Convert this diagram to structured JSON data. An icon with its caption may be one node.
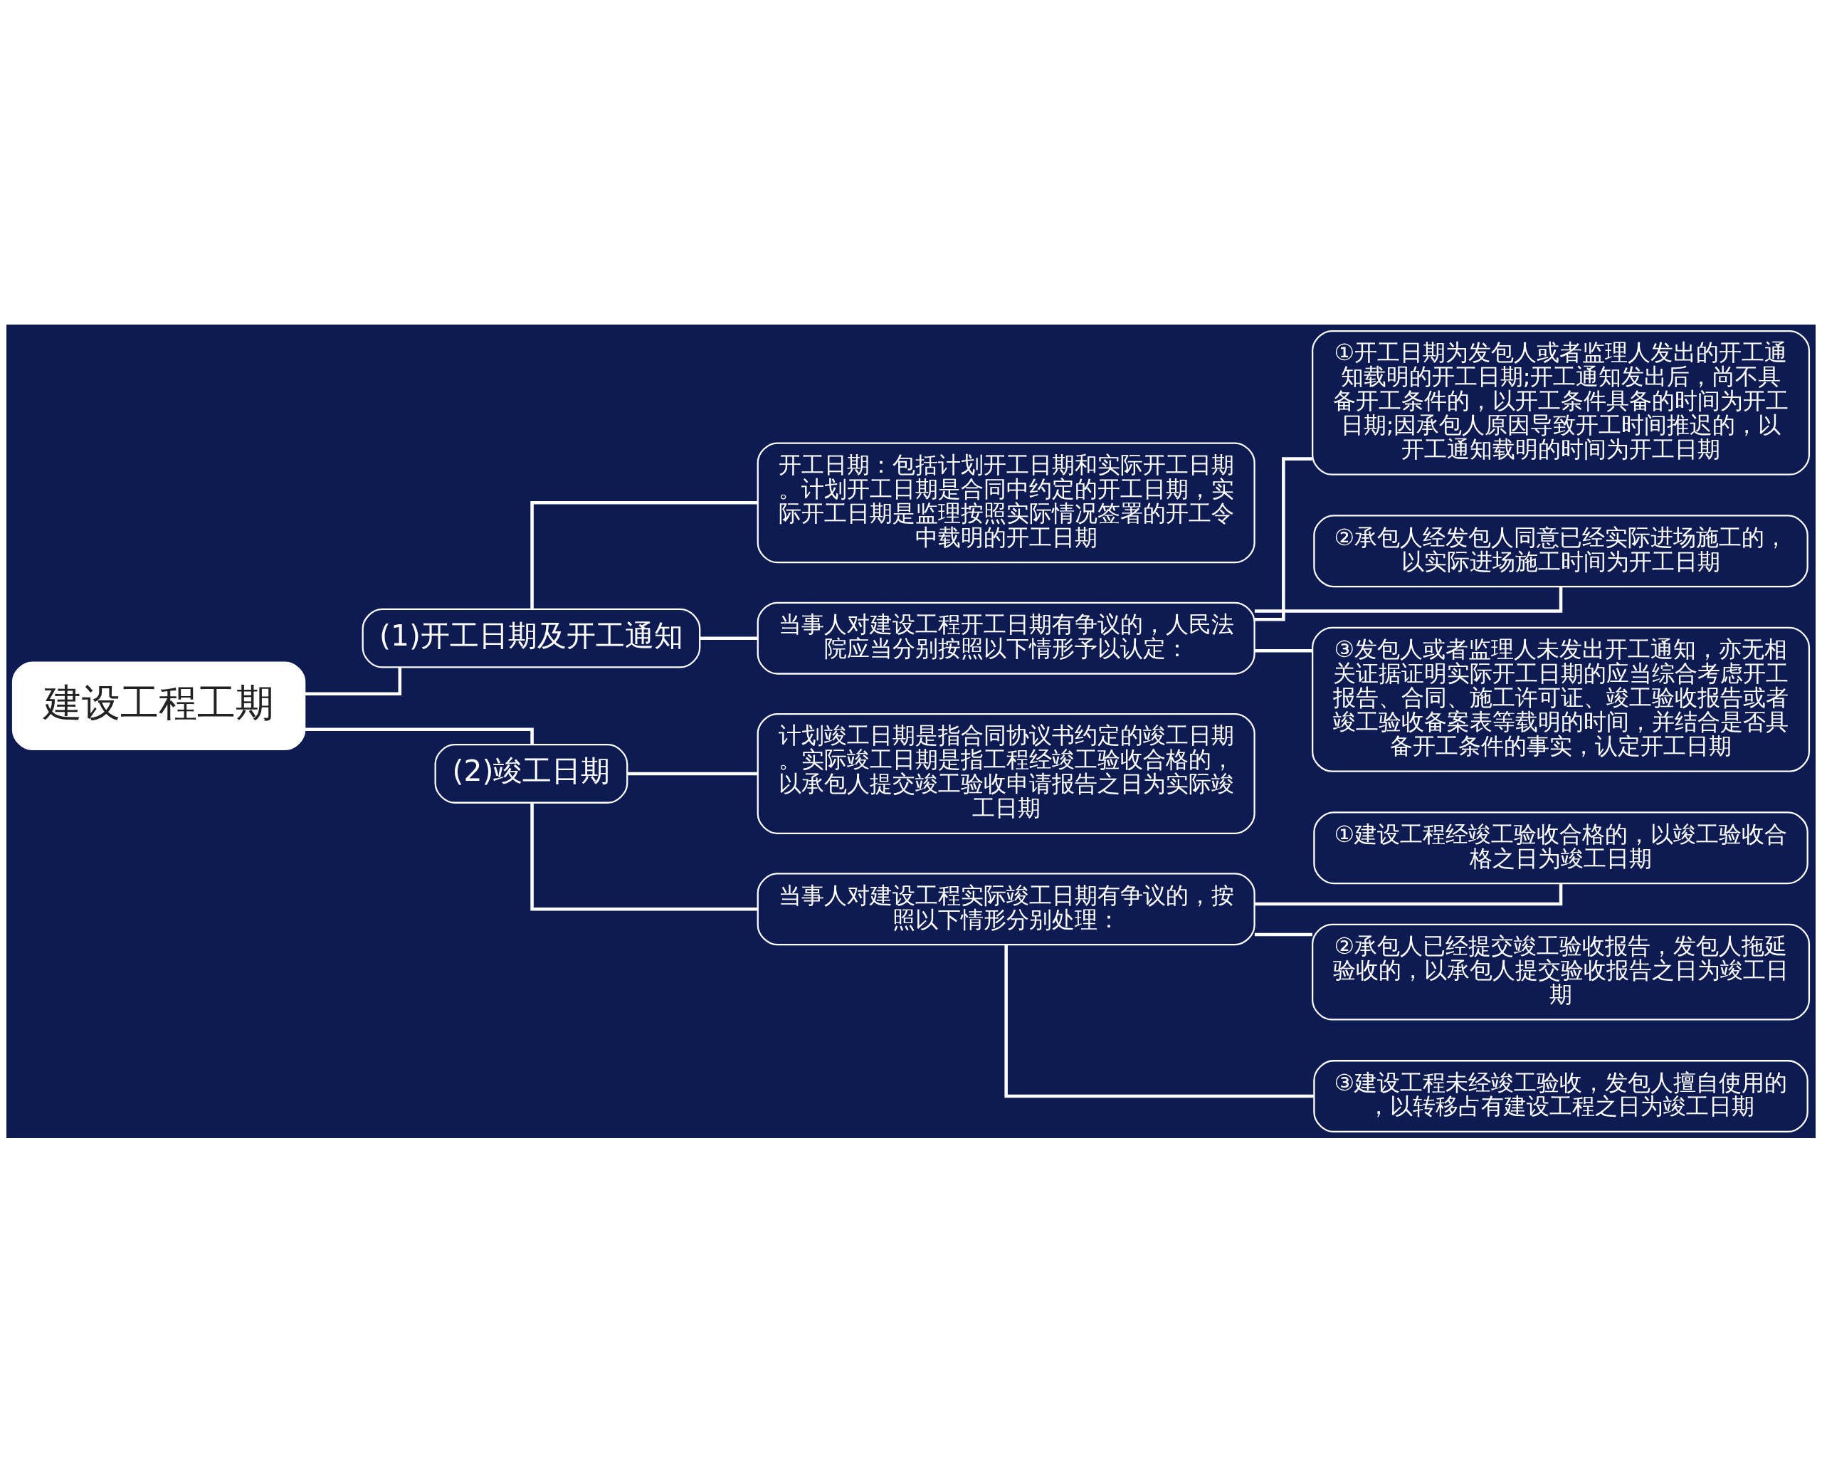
{
  "diagram": {
    "nodes": [
      {
        "text": [
          "建设工程工期"
        ]
      },
      {
        "text": [
          "(1)开工日期及开工通知"
        ]
      },
      {
        "text": [
          "开工日期：包括计划开工日期和实际开工日期。计划开工日期是合同中约定的开工日期，实际开工日期是监理按照实际情况签署的开工令中载明的开工日期"
        ]
      },
      {
        "text": [
          "当事人对建设工程开工日期有争议的，人民法院应当分别按照以下情形予以认定："
        ]
      },
      {
        "text": [
          "①开工日期为发包人或者监理人发出的开工通知载明的开工日期;开工通知发出后，尚不具备开工条件的，以开工条件具备的时间为开工日期;因承包人原因导致开工时间推迟的，以开工通知载明的时间为开工日期"
        ]
      },
      {
        "text": [
          "②承包人经发包人同意已经实际进场施工的，以实际进场施工时间为开工日期"
        ]
      },
      {
        "text": [
          "③发包人或者监理人未发出开工通知，亦无相关证据证明实际开工日期的应当综合考虑开工报告、合同、施工许可证、竣工验收报告或者竣工验收备案表等载明的时间，并结合是否具备开工条件的事实，认定开工日期"
        ]
      },
      {
        "text": [
          "(2)竣工日期"
        ]
      },
      {
        "text": [
          "计划竣工日期是指合同协议书约定的竣工日期。实际竣工日期是指工程经竣工验收合格的，以承包人提交竣工验收申请报告之日为实际竣工日期"
        ]
      },
      {
        "text": [
          "当事人对建设工程实际竣工日期有争议的，按照以下情形分别处理："
        ]
      },
      {
        "text": [
          "①建设工程经竣工验收合格的，以竣工验收合格之日为竣工日期"
        ]
      },
      {
        "text": [
          "②承包人已经提交竣工验收报告，发包人拖延验收的，以承包人提交验收报告之日为竣工日期"
        ]
      },
      {
        "text": [
          "③建设工程未经竣工验收，发包人擅自使用的，以转移占有建设工程之日为竣工日期"
        ]
      }
    ],
    "edges": [
      {
        "from": 0,
        "to": 1,
        "arrow": "none"
      },
      {
        "from": 1,
        "to": 2,
        "arrow": "none"
      },
      {
        "from": 1,
        "to": 3,
        "arrow": "none"
      },
      {
        "from": 3,
        "to": 4,
        "arrow": "none"
      },
      {
        "from": 3,
        "to": 5,
        "arrow": "none"
      },
      {
        "from": 3,
        "to": 6,
        "arrow": "none"
      },
      {
        "from": 0,
        "to": 7,
        "arrow": "none"
      },
      {
        "from": 7,
        "to": 8,
        "arrow": "none"
      },
      {
        "from": 7,
        "to": 9,
        "arrow": "none"
      },
      {
        "from": 9,
        "to": 10,
        "arrow": "none"
      },
      {
        "from": 9,
        "to": 11,
        "arrow": "none"
      },
      {
        "from": 9,
        "to": 12,
        "arrow": "none"
      }
    ]
  }
}
